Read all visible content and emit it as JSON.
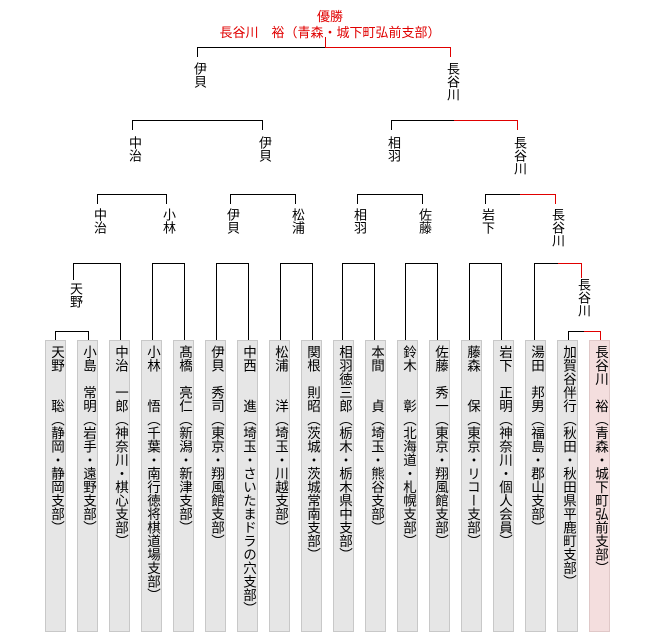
{
  "champion": {
    "title": "優勝",
    "name": "長谷川　裕（青森・城下町弘前支部）"
  },
  "players": [
    {
      "name": "天野　　聡",
      "affil": "（静岡・静岡支部）"
    },
    {
      "name": "小島　常明",
      "affil": "（岩手・遠野支部）"
    },
    {
      "name": "中治　一郎",
      "affil": "（神奈川・棋心支部）"
    },
    {
      "name": "小林　　悟",
      "affil": "（千葉・南行徳将棋道場支部）"
    },
    {
      "name": "髙橋　亮仁",
      "affil": "（新潟・新津支部）"
    },
    {
      "name": "伊貝　秀司",
      "affil": "（東京・翔風館支部）"
    },
    {
      "name": "中西　　進",
      "affil": "（埼玉・さいたまドラの穴支部）"
    },
    {
      "name": "松浦　　洋",
      "affil": "（埼玉・川越支部）"
    },
    {
      "name": "関根　則昭",
      "affil": "（茨城・茨城常南支部）"
    },
    {
      "name": "相羽徳三郎",
      "affil": "（栃木・栃木県中支部）"
    },
    {
      "name": "本間　　貞",
      "affil": "（埼玉・熊谷支部）"
    },
    {
      "name": "鈴木　　彰",
      "affil": "（北海道・札幌支部）"
    },
    {
      "name": "佐藤　秀一",
      "affil": "（東京・翔風館支部）"
    },
    {
      "name": "藤森　　保",
      "affil": "（東京・リコー支部）"
    },
    {
      "name": "岩下　正明",
      "affil": "（神奈川・個人会員）"
    },
    {
      "name": "湯田　邦男",
      "affil": "（福島・郡山支部）"
    },
    {
      "name": "加賀谷伴行",
      "affil": "（秋田・秋田県平鹿町支部）"
    },
    {
      "name": "長谷川　裕",
      "affil": "（青森・城下町弘前支部）"
    }
  ],
  "winners": {
    "final": [
      "伊貝",
      "長谷川"
    ],
    "semis": [
      "中治",
      "伊貝",
      "相羽",
      "長谷川"
    ],
    "quarters": [
      "中治",
      "小林",
      "伊貝",
      "松浦",
      "相羽",
      "佐藤",
      "岩下",
      "長谷川"
    ],
    "early": [
      "天野",
      "長谷川"
    ]
  },
  "colors": {
    "winner_line": "#e00000",
    "champion_box": "#f4dede",
    "box": "#e6e6e6"
  }
}
